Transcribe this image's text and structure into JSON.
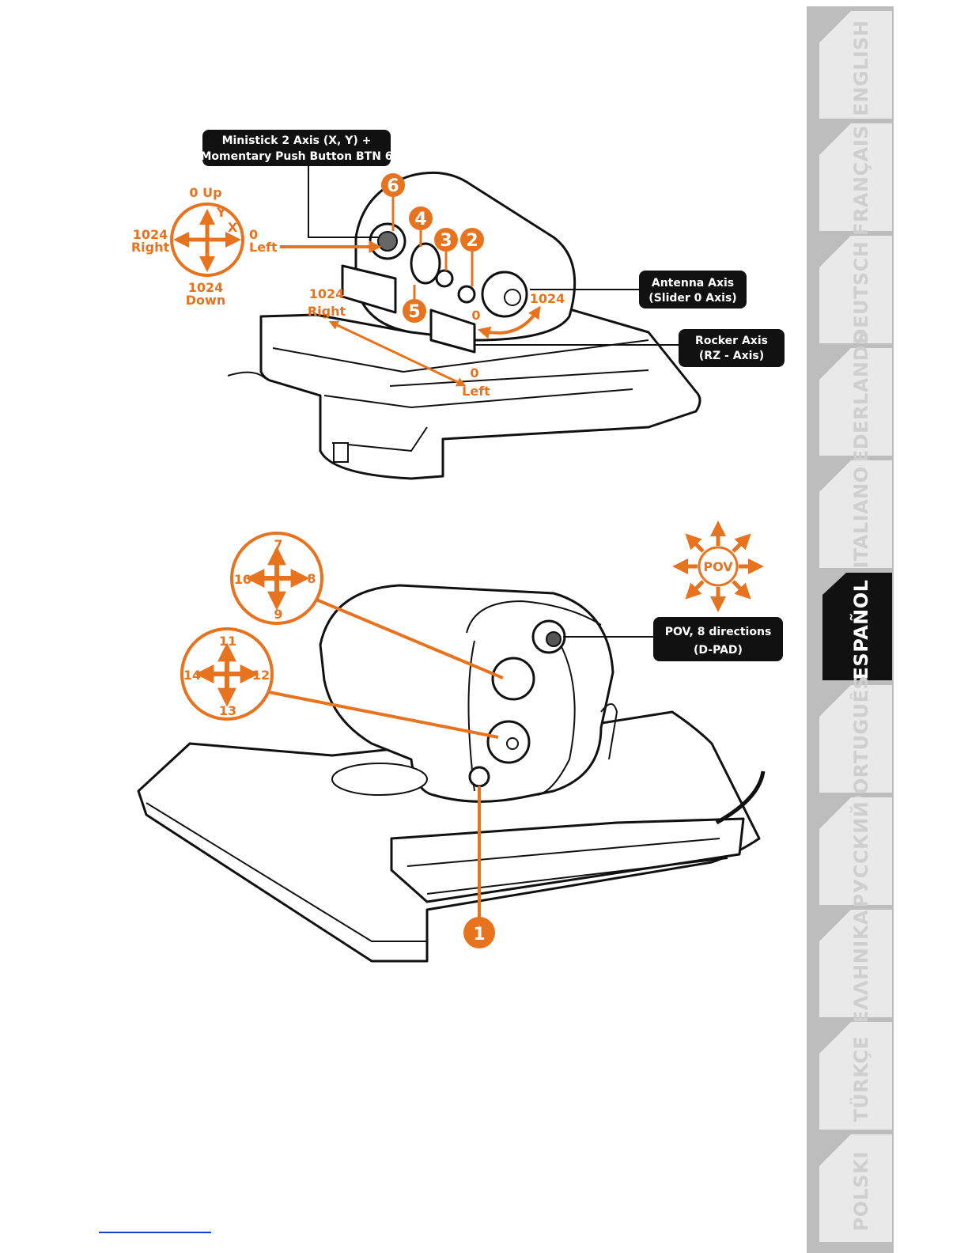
{
  "colors": {
    "accent": "#e8731f",
    "callout_bg": "#111111",
    "tab_bg": "#e9e9e9",
    "tab_active_bg": "#111111"
  },
  "sidebar": {
    "tabs": [
      {
        "label": "ENGLISH",
        "active": false
      },
      {
        "label": "FRANÇAIS",
        "active": false
      },
      {
        "label": "DEUTSCH",
        "active": false
      },
      {
        "label": "NEDERLANDS",
        "active": false
      },
      {
        "label": "ITALIANO",
        "active": false
      },
      {
        "label": "ESPAÑOL",
        "active": true
      },
      {
        "label": "PORTUGUÊS",
        "active": false
      },
      {
        "label": "РУССКИЙ",
        "active": false
      },
      {
        "label": "ΕΛΛΗΝΙΚΑ",
        "active": false
      },
      {
        "label": "TÜRKÇE",
        "active": false
      },
      {
        "label": "POLSKI",
        "active": false
      }
    ]
  },
  "top_diagram": {
    "callouts": {
      "ministick": [
        "Ministick 2 Axis (X, Y) +",
        "Momentary Push Button BTN 6"
      ],
      "antenna": [
        "Antenna Axis",
        "(Slider 0 Axis)"
      ],
      "rocker": [
        "Rocker Axis",
        "(RZ - Axis)"
      ]
    },
    "compass": {
      "up": "0 Up",
      "y": "Y",
      "x": "X",
      "right_value": "1024",
      "right_label": "Right",
      "left_value": "0",
      "left_label": "Left",
      "down_value": "1024",
      "down_label": "Down"
    },
    "rocker_right_value": "1024",
    "rocker_right_label": "Right",
    "rocker_left_value": "0",
    "rocker_left_label": "Left",
    "antenna_min": "0",
    "antenna_max": "1024",
    "badges": [
      "6",
      "4",
      "3",
      "2",
      "5"
    ]
  },
  "bottom_diagram": {
    "hat_a": {
      "up": "7",
      "right": "8",
      "down": "9",
      "left": "10"
    },
    "hat_b": {
      "up": "11",
      "right": "12",
      "down": "13",
      "left": "14"
    },
    "pov_label": "POV",
    "pov_callout": [
      "POV, 8 directions",
      "(D-PAD)"
    ],
    "badge": "1"
  }
}
